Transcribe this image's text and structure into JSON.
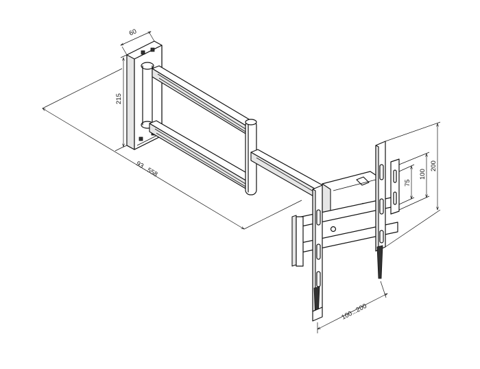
{
  "dimensions": {
    "depth": "60",
    "wall_plate_height": "215",
    "arm_extension": "93...558",
    "vesa_horizontal": "100...200",
    "vesa_vertical_75": "75",
    "vesa_vertical_100": "100",
    "vesa_vertical_200": "200"
  }
}
